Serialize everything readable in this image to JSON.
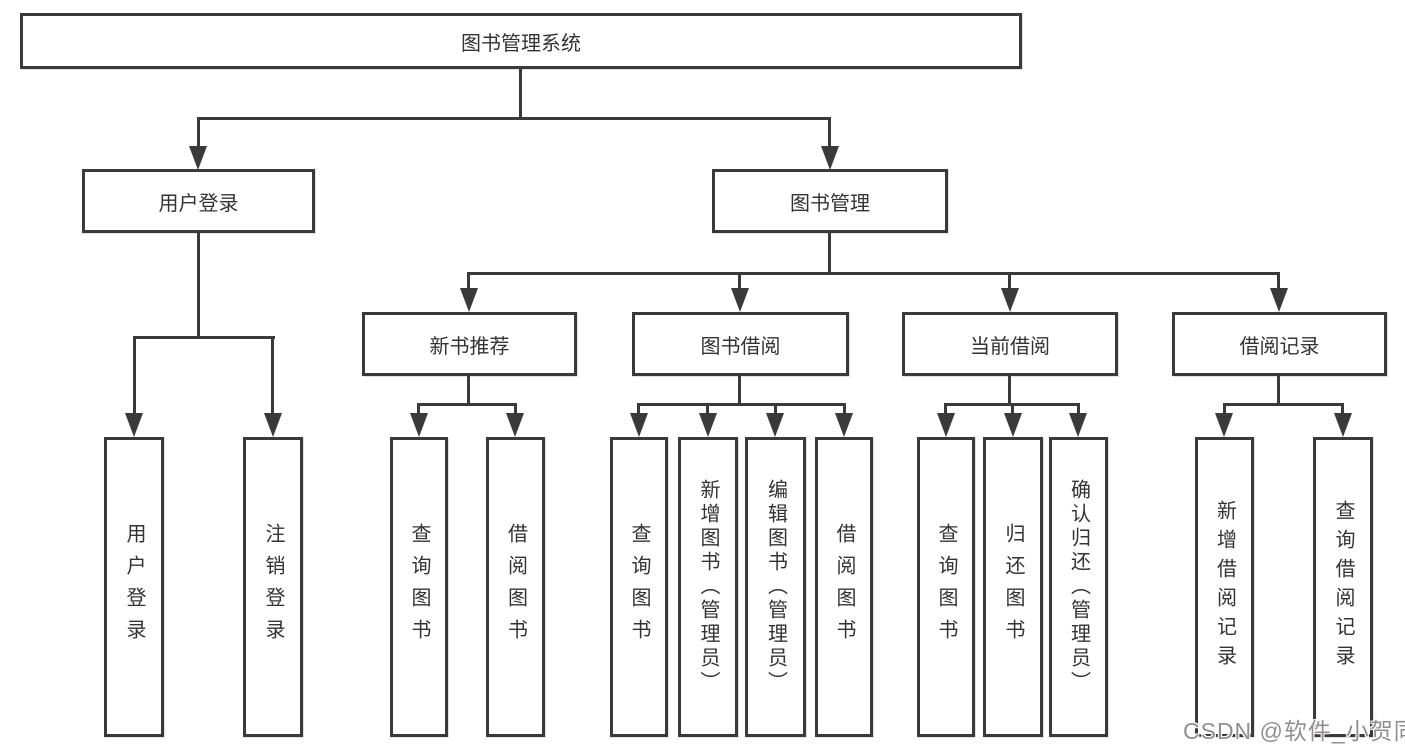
{
  "tree": {
    "root": {
      "label": "图书管理系统"
    },
    "branches": [
      {
        "label": "用户登录",
        "children": [
          {
            "label": "用户登录"
          },
          {
            "label": "注销登录"
          }
        ]
      },
      {
        "label": "图书管理",
        "children": [
          {
            "label": "新书推荐",
            "children": [
              {
                "label": "查询图书"
              },
              {
                "label": "借阅图书"
              }
            ]
          },
          {
            "label": "图书借阅",
            "children": [
              {
                "label": "查询图书"
              },
              {
                "label": "新增图书（管理员）"
              },
              {
                "label": "编辑图书（管理员）"
              },
              {
                "label": "借阅图书"
              }
            ]
          },
          {
            "label": "当前借阅",
            "children": [
              {
                "label": "查询图书"
              },
              {
                "label": "归还图书"
              },
              {
                "label": "确认归还（管理员）"
              }
            ]
          },
          {
            "label": "借阅记录",
            "children": [
              {
                "label": "新增借阅记录"
              },
              {
                "label": "查询借阅记录"
              }
            ]
          }
        ]
      }
    ]
  },
  "watermark": {
    "text": "CSDN @软件_小贺同学"
  },
  "colors": {
    "line": "#3a3a3a",
    "text": "#333333",
    "watermark": "#938d8f",
    "background": "#ffffff"
  }
}
